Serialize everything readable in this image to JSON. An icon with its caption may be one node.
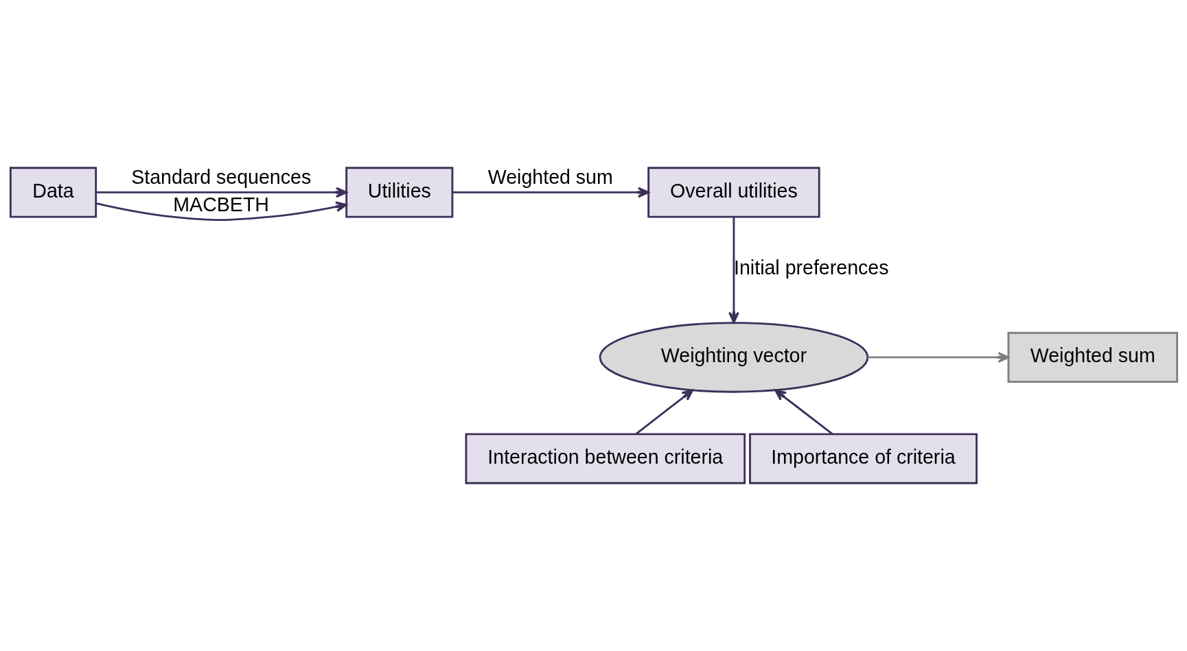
{
  "diagram": {
    "nodes": [
      {
        "text": [
          "Data"
        ]
      },
      {
        "text": [
          "Utilities"
        ]
      },
      {
        "text": [
          "Overall utilities"
        ]
      },
      {
        "text": [
          "Weighting vector"
        ]
      },
      {
        "text": [
          "Weighted sum"
        ]
      },
      {
        "text": [
          "Interaction between criteria"
        ]
      },
      {
        "text": [
          "Importance of criteria"
        ]
      }
    ],
    "edges": [
      {
        "from": 0,
        "to": 1,
        "arrow": "to",
        "label": "MACBETH"
      },
      {
        "from": 0,
        "to": 1,
        "arrow": "to",
        "label": "Standard sequences"
      },
      {
        "from": 1,
        "to": 2,
        "arrow": "to",
        "label": "Weighted sum"
      },
      {
        "from": 2,
        "to": 3,
        "arrow": "to",
        "label": "Initial preferences"
      },
      {
        "from": 3,
        "to": 4,
        "arrow": "to",
        "color": "#7f7f7f"
      },
      {
        "from": 5,
        "to": 3,
        "arrow": "to"
      },
      {
        "from": 6,
        "to": 3,
        "arrow": "to"
      }
    ]
  }
}
